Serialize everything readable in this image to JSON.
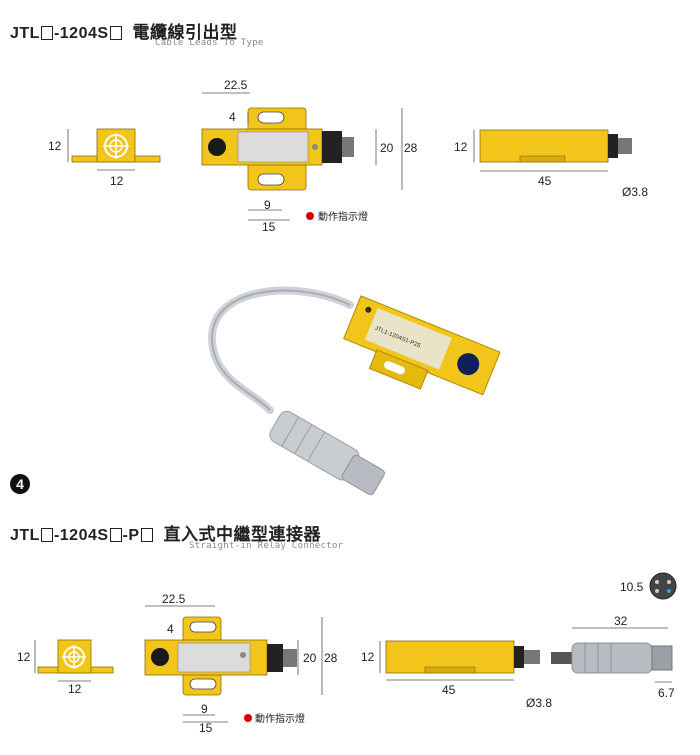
{
  "section1": {
    "title_prefix": "JTL",
    "title_mid": "-1204S",
    "title_zh": "電纜線引出型",
    "subtitle": "Cable Leads To Type",
    "dims": {
      "side_h": "12",
      "side_w": "12",
      "top_len": "22.5",
      "slot": "4",
      "h20": "20",
      "h28": "28",
      "w9": "9",
      "w15": "15",
      "end_h": "12",
      "len45": "45",
      "dia": "Ø3.8"
    },
    "indicator_label": "動作指示燈"
  },
  "photo": {
    "label_text": "JTL1-1204S1-P25",
    "marker": "4"
  },
  "section2": {
    "title_prefix": "JTL",
    "title_mid": "-1204S",
    "title_p": "-P",
    "title_zh": "直入式中繼型連接器",
    "subtitle": "Straight-in Relay Connector",
    "dims": {
      "side_h": "12",
      "side_w": "12",
      "top_len": "22.5",
      "slot": "4",
      "h20": "20",
      "h28": "28",
      "w9": "9",
      "w15": "15",
      "end_h": "12",
      "len45": "45",
      "dia": "Ø3.8",
      "conn_dia": "10.5",
      "conn_len": "32",
      "conn_tip": "6.7"
    },
    "indicator_label": "動作指示燈"
  },
  "colors": {
    "body": "#f2c51a",
    "body_dark": "#c79c0a",
    "lens": "#1a1a1a",
    "indicator": "#d40000"
  }
}
